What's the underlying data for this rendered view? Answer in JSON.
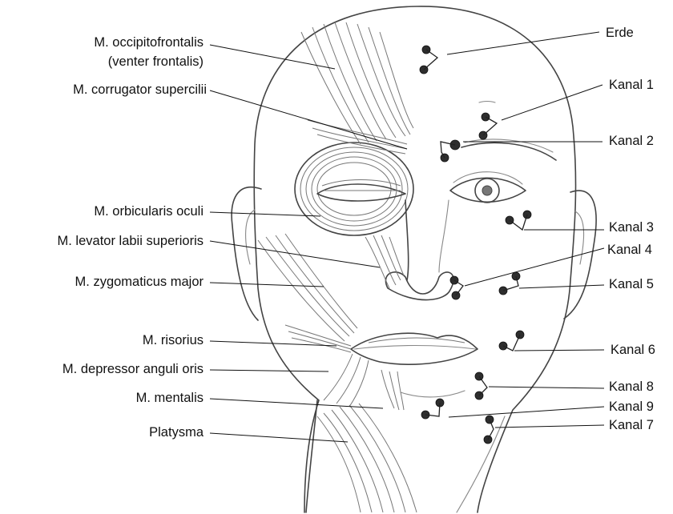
{
  "muscle_labels": {
    "occipitofrontalis_1": "M. occipitofrontalis",
    "occipitofrontalis_2": "(venter frontalis)",
    "corrugator": "M. corrugator supercilii",
    "orbicularis": "M. orbicularis oculi",
    "levator": "M. levator labii superioris",
    "zygomaticus": "M. zygomaticus major",
    "risorius": "M. risorius",
    "depressor": "M. depressor anguli oris",
    "mentalis": "M. mentalis",
    "platysma": "Platysma"
  },
  "channel_labels": {
    "erde": "Erde",
    "k1": "Kanal 1",
    "k2": "Kanal 2",
    "k3": "Kanal 3",
    "k4": "Kanal 4",
    "k5": "Kanal 5",
    "k6": "Kanal 6",
    "k8": "Kanal 8",
    "k9": "Kanal 9",
    "k7": "Kanal 7"
  }
}
